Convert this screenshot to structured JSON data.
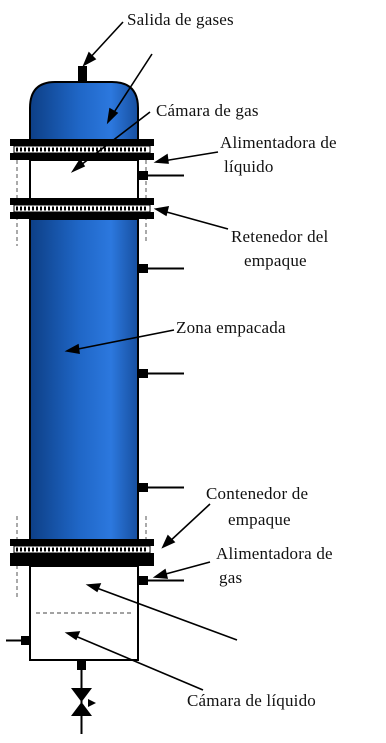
{
  "labels": {
    "salida_gases": "Salida de gases",
    "camara_gas": "Cámara de gas",
    "alimentadora_liquido_1": "Alimentadora de",
    "alimentadora_liquido_2": "líquido",
    "retenedor_1": "Retenedor del",
    "retenedor_2": "empaque",
    "zona_empacada": "Zona empacada",
    "contenedor_1": "Contenedor de",
    "contenedor_2": "empaque",
    "alimentadora_gas_1": "Alimentadora de",
    "alimentadora_gas_2": "gas",
    "camara_liquido": "Cámara de líquido"
  },
  "colors": {
    "column_dark": "#0d3f86",
    "column_mid": "#1f66c6",
    "column_light": "#3a86e8",
    "outline": "#000000",
    "flange": "#000000"
  }
}
